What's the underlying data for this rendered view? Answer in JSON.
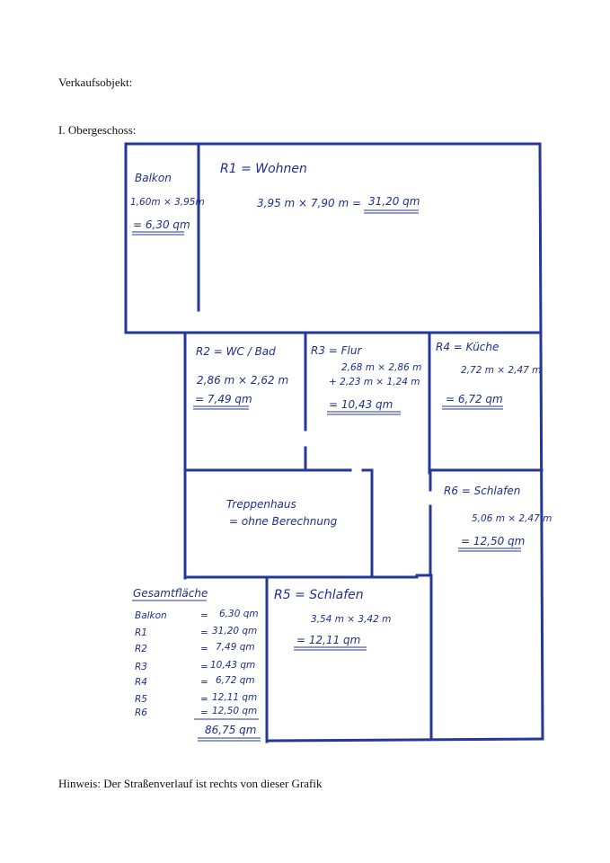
{
  "document": {
    "heading": "Verkaufsobjekt:",
    "floor": "I. Obergeschoss:",
    "note": "Hinweis: Der Straßenverlauf ist rechts von dieser Grafik"
  },
  "plan": {
    "wall_color": "#24379a",
    "ink_color": "#1f2f8c",
    "balkon": {
      "name": "Balkon",
      "dims": "1,60m × 3,95m",
      "area": "= 6,30 qm"
    },
    "r1": {
      "name": "R1 = Wohnen",
      "dims": "3,95 m  ×  7,90 m  =",
      "area": "31,20 qm"
    },
    "r2": {
      "name": "R2 = WC / Bad",
      "dims": "2,86 m  ×  2,62 m",
      "area": "= 7,49 qm"
    },
    "r3": {
      "name": "R3 = Flur",
      "dims1": "2,68 m × 2,86 m",
      "dims2": "+ 2,23 m × 1,24 m",
      "area": "= 10,43 qm"
    },
    "r4": {
      "name": "R4 = Küche",
      "dims": "2,72 m × 2,47 m",
      "area": "= 6,72 qm"
    },
    "r5": {
      "name": "R5 = Schlafen",
      "dims": "3,54 m × 3,42 m",
      "area": "= 12,11 qm"
    },
    "r6": {
      "name": "R6 = Schlafen",
      "dims": "5,06 m × 2,47 m",
      "area": "= 12,50 qm"
    },
    "stair": {
      "name": "Treppenhaus",
      "note": "= ohne Berechnung"
    },
    "summary": {
      "title": "Gesamtfläche",
      "rows": [
        {
          "label": "Balkon",
          "eq": "=",
          "value": "6,30 qm"
        },
        {
          "label": "R1",
          "eq": "=",
          "value": "31,20 qm"
        },
        {
          "label": "R2",
          "eq": "=",
          "value": "7,49 qm"
        },
        {
          "label": "R3",
          "eq": "=",
          "value": "10,43 qm"
        },
        {
          "label": "R4",
          "eq": "=",
          "value": "6,72 qm"
        },
        {
          "label": "R5",
          "eq": "=",
          "value": "12,11 qm"
        },
        {
          "label": "R6",
          "eq": "=",
          "value": "12,50 qm"
        }
      ],
      "total": "86,75 qm"
    }
  }
}
